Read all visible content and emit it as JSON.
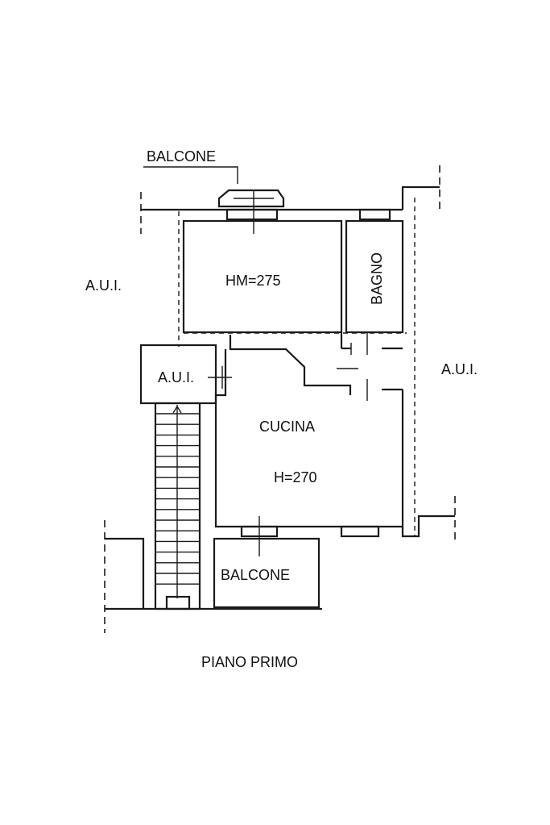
{
  "labels": {
    "balcone_top": "BALCONE",
    "room_height": "HM=275",
    "bagno": "BAGNO",
    "aui_left": "A.U.I.",
    "aui_right": "A.U.I.",
    "aui_stair": "A.U.I.",
    "cucina": "CUCINA",
    "cucina_height": "H=270",
    "balcone_bottom": "BALCONE",
    "floor_title": "PIANO PRIMO"
  },
  "colors": {
    "line": "#1a1a1a",
    "text": "#111111",
    "background": "#ffffff"
  }
}
